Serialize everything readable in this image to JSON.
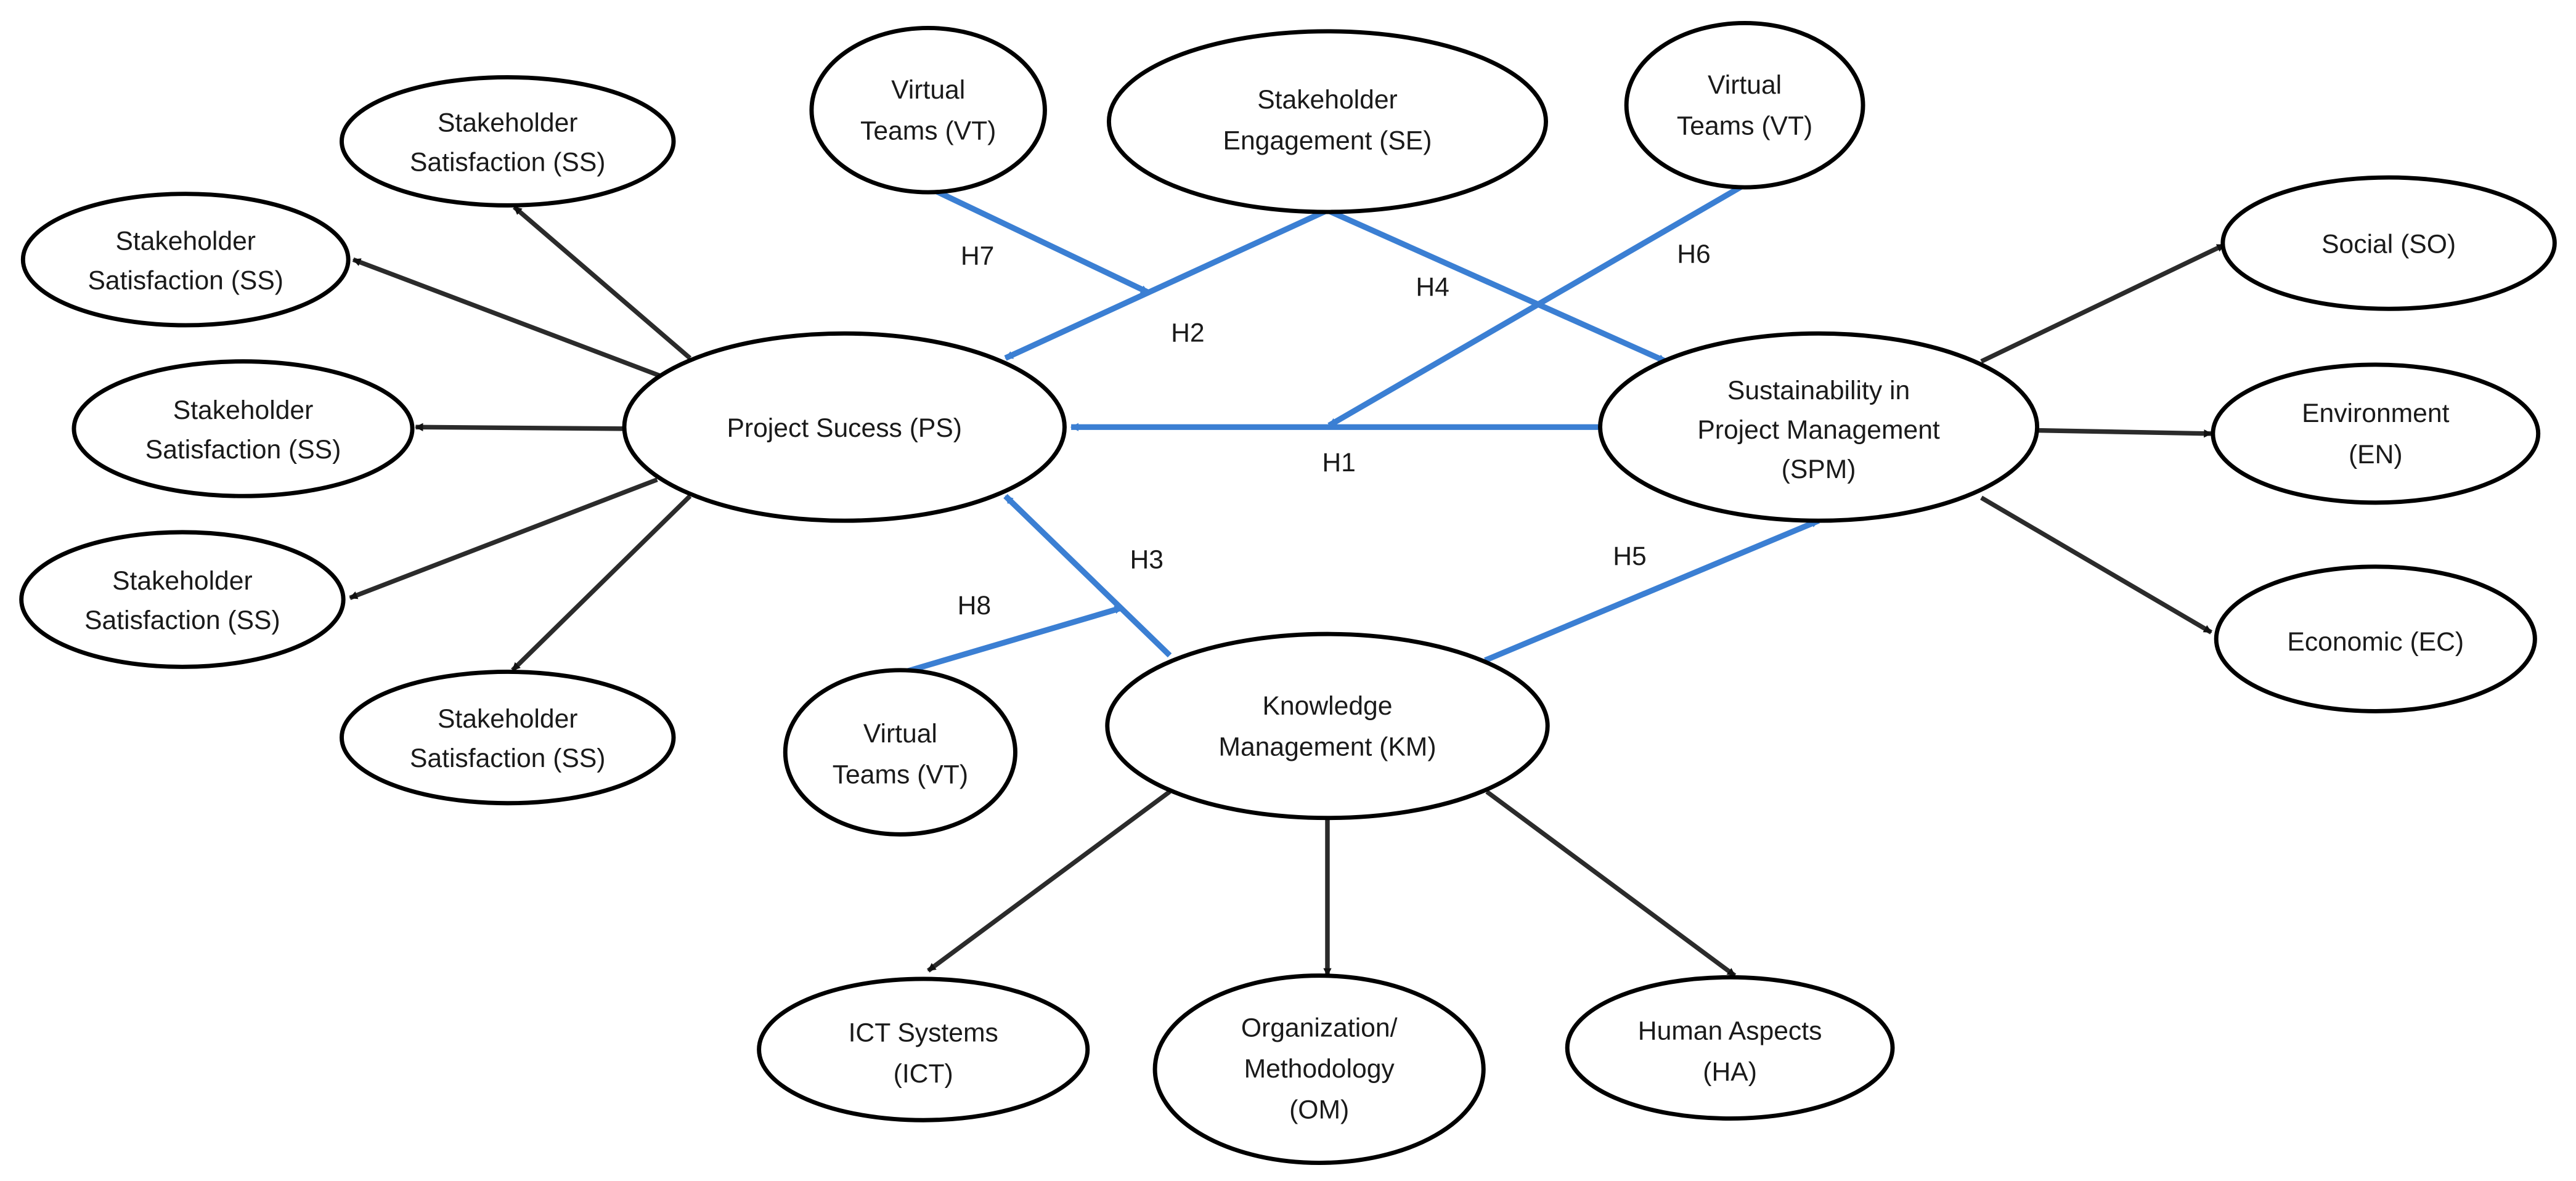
{
  "colors": {
    "node_stroke": "#000000",
    "text": "#1a1a1a",
    "measurement_arrow": "#2b2b2b",
    "hypothesis_arrow": "#3b7fd3"
  },
  "nodes": {
    "ps": [
      "Project Sucess (PS)"
    ],
    "spm": [
      "Sustainability in",
      "Project Management",
      "(SPM)"
    ],
    "se": [
      "Stakeholder",
      "Engagement  (SE)"
    ],
    "km": [
      "Knowledge",
      "Management (KM)"
    ],
    "vt_top_left": [
      "Virtual",
      "Teams (VT)"
    ],
    "vt_top_right": [
      "Virtual",
      "Teams (VT)"
    ],
    "vt_bottom": [
      "Virtual",
      "Teams (VT)"
    ],
    "ss_1": [
      "Stakeholder",
      "Satisfaction (SS)"
    ],
    "ss_2": [
      "Stakeholder",
      "Satisfaction (SS)"
    ],
    "ss_3": [
      "Stakeholder",
      "Satisfaction (SS)"
    ],
    "ss_4": [
      "Stakeholder",
      "Satisfaction (SS)"
    ],
    "ss_5": [
      "Stakeholder",
      "Satisfaction (SS)"
    ],
    "so": [
      "Social (SO)"
    ],
    "en": [
      "Environment",
      "(EN)"
    ],
    "ec": [
      "Economic (EC)"
    ],
    "ict": [
      "ICT Systems",
      "(ICT)"
    ],
    "om": [
      "Organization/",
      "Methodology",
      "(OM)"
    ],
    "ha": [
      "Human Aspects",
      "(HA)"
    ]
  },
  "hypotheses": {
    "h1": "H1",
    "h2": "H2",
    "h3": "H3",
    "h4": "H4",
    "h5": "H5",
    "h6": "H6",
    "h7": "H7",
    "h8": "H8"
  }
}
